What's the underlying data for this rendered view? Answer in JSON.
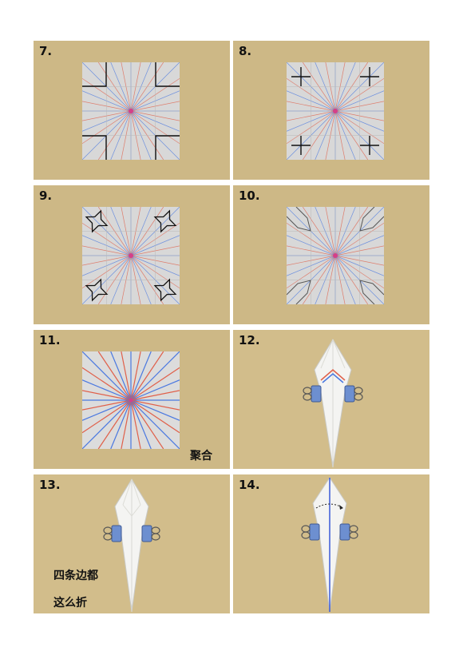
{
  "steps": [
    {
      "label": "7."
    },
    {
      "label": "8."
    },
    {
      "label": "9."
    },
    {
      "label": "10."
    },
    {
      "label": "11."
    },
    {
      "label": "12."
    },
    {
      "label": "13."
    },
    {
      "label": "14."
    }
  ],
  "notes": {
    "step11": "聚合",
    "step13_line1": "四条边都",
    "step13_line2": "这么折"
  },
  "colors": {
    "panel_bg": "#cdb886",
    "paper": "#d8d8d8",
    "mountain": "#e0604a",
    "valley": "#4a78e0",
    "black_fold": "#111111"
  }
}
